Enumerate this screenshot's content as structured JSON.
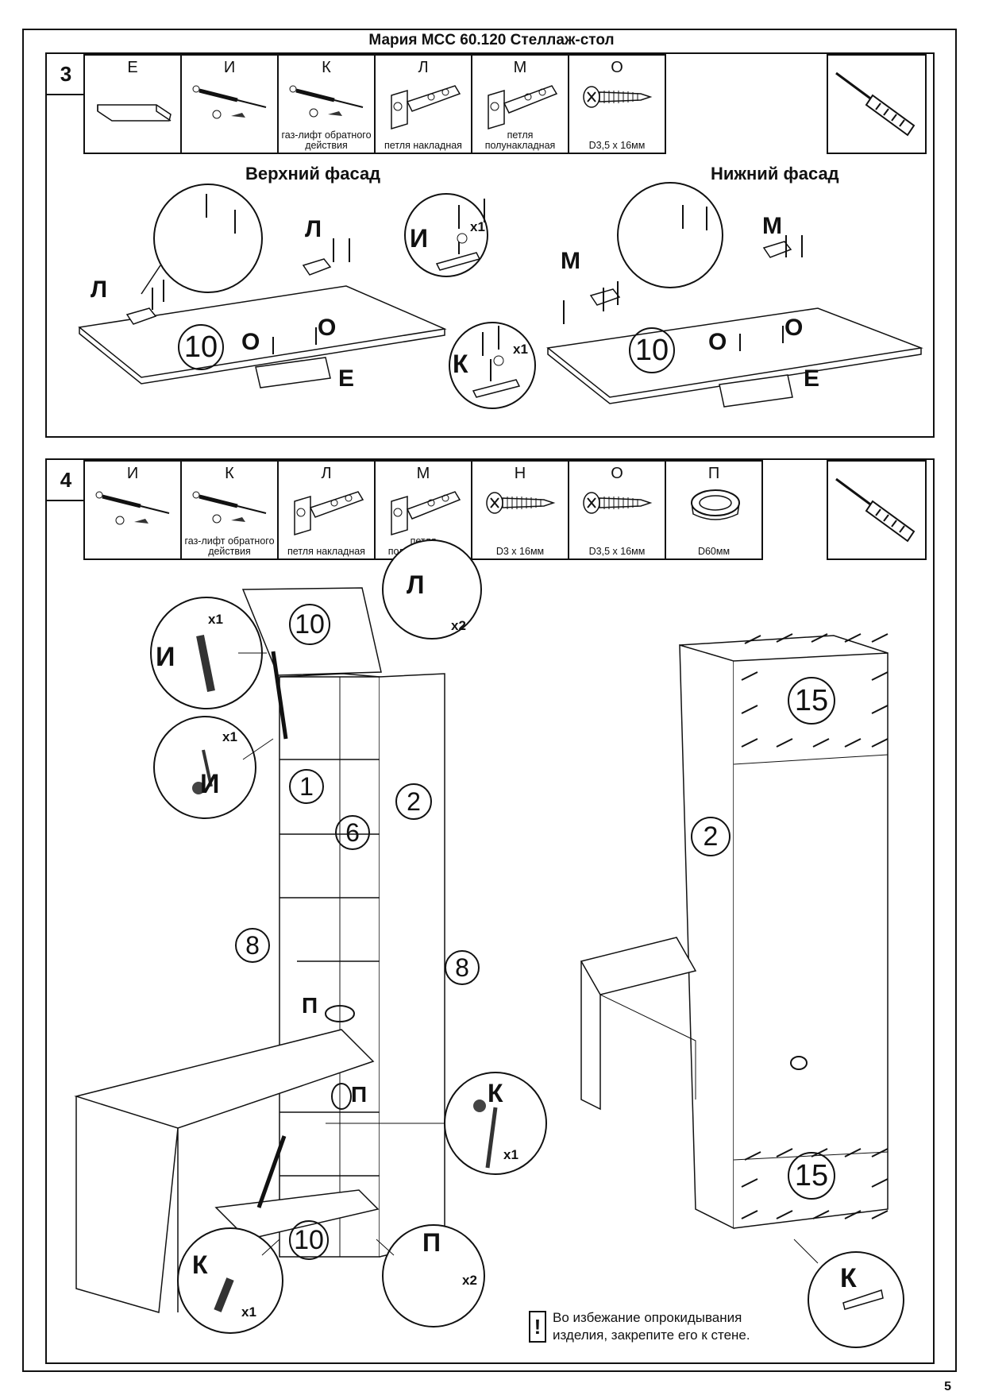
{
  "document": {
    "title": "Мария МСС 60.120 Стеллаж-стол",
    "page_number": "5"
  },
  "step3": {
    "number": "3",
    "parts": [
      {
        "letter": "Е",
        "caption": "",
        "icon": "handle-profile-icon"
      },
      {
        "letter": "И",
        "caption": "",
        "icon": "gas-lift-icon"
      },
      {
        "letter": "К",
        "caption": "газ-лифт обратного действия",
        "icon": "reverse-gas-lift-icon"
      },
      {
        "letter": "Л",
        "caption": "петля накладная",
        "icon": "overlay-hinge-icon"
      },
      {
        "letter": "М",
        "caption": "петля полунакладная",
        "icon": "half-overlay-hinge-icon"
      },
      {
        "letter": "О",
        "caption": "D3,5 х 16мм",
        "icon": "screw-icon"
      }
    ],
    "tool": "screwdriver-icon",
    "heading_upper": "Верхний фасад",
    "heading_lower": "Нижний фасад",
    "labels": {
      "l": "Л",
      "m": "М",
      "o": "О",
      "i": "И",
      "k": "К",
      "e": "Е",
      "x1": "х1",
      "panel": "10"
    }
  },
  "step4": {
    "number": "4",
    "parts": [
      {
        "letter": "И",
        "caption": "",
        "icon": "gas-lift-icon"
      },
      {
        "letter": "К",
        "caption": "газ-лифт обратного действия",
        "icon": "reverse-gas-lift-icon"
      },
      {
        "letter": "Л",
        "caption": "петля накладная",
        "icon": "overlay-hinge-icon"
      },
      {
        "letter": "М",
        "caption": "петля полунакладная",
        "icon": "half-overlay-hinge-icon"
      },
      {
        "letter": "Н",
        "caption": "D3 х 16мм",
        "icon": "screw-icon"
      },
      {
        "letter": "О",
        "caption": "D3,5 х 16мм",
        "icon": "screw-icon"
      },
      {
        "letter": "П",
        "caption": "D60мм",
        "icon": "cable-grommet-icon"
      }
    ],
    "tool": "screwdriver-icon",
    "labels": {
      "i": "И",
      "k": "К",
      "l": "Л",
      "p": "П",
      "x1": "х1",
      "x2": "х2"
    },
    "panels": [
      "10",
      "1",
      "2",
      "6",
      "8",
      "8",
      "10",
      "2",
      "15",
      "15"
    ],
    "warning_mark": "!",
    "warning_line1": "Во избежание опрокидывания",
    "warning_line2": "изделия, закрепите его к стене."
  }
}
